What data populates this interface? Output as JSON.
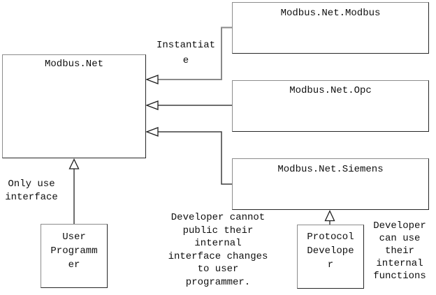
{
  "diagram": {
    "boxes": {
      "modbus_net": {
        "label": "Modbus.Net"
      },
      "modbus_net_modbus": {
        "label": "Modbus.Net.Modbus"
      },
      "modbus_net_opc": {
        "label": "Modbus.Net.Opc"
      },
      "modbus_net_siemens": {
        "label": "Modbus.Net.Siemens"
      },
      "user_programmer": {
        "lines": [
          "User",
          "Programm",
          "er"
        ]
      },
      "protocol_developer": {
        "lines": [
          "Protocol",
          "Develope",
          "r"
        ]
      }
    },
    "annotations": {
      "instantiate": {
        "lines": [
          "Instantiat",
          "e"
        ]
      },
      "only_use_interface": {
        "lines": [
          "Only use",
          "interface"
        ]
      },
      "developer_cannot": {
        "lines": [
          "Developer cannot",
          "public their",
          "internal",
          "interface changes",
          "to user",
          "programmer."
        ]
      },
      "developer_can_use": {
        "lines": [
          "Developer",
          "can use",
          "their",
          "internal",
          "functions"
        ]
      }
    },
    "colors": {
      "background": "#ffffff",
      "box_fill": "#ffffff",
      "box_border_light": "#8c8c8c",
      "box_border_dark": "#262626",
      "connector_light": "#8a8a8a",
      "connector_dark": "#3f3f3f",
      "arrowhead_fill": "#ffffff",
      "arrowhead_stroke": "#1f1f1f",
      "text": "#0f0f0f"
    }
  }
}
